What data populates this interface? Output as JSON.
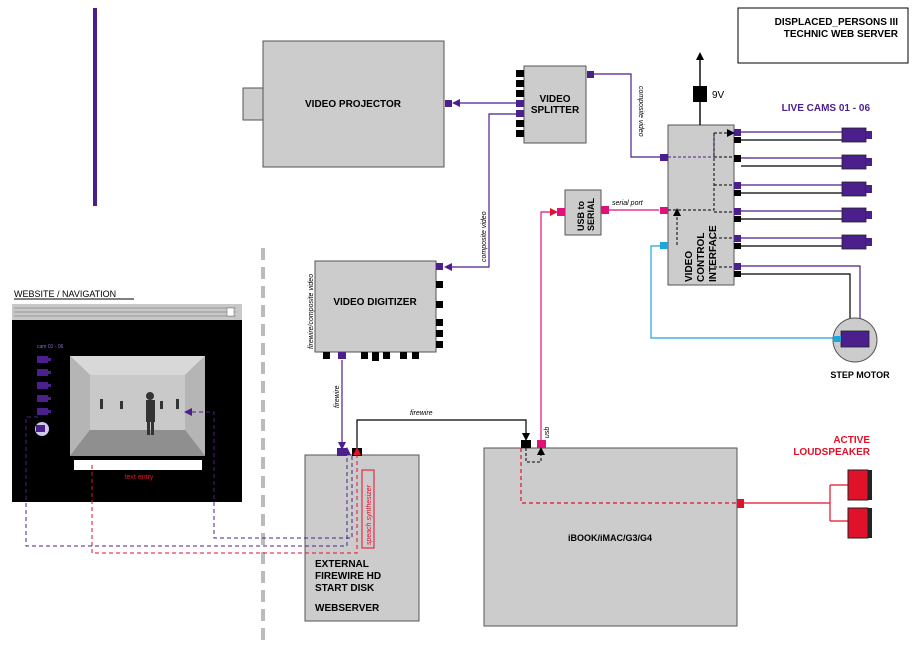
{
  "title_box": {
    "line1": "DISPLACED_PERSONS III",
    "line2": "TECHNIC WEB SERVER"
  },
  "nodes": {
    "projector": "VIDEO PROJECTOR",
    "splitter": [
      "VIDEO",
      "SPLITTER"
    ],
    "digitizer": "VIDEO DIGITIZER",
    "usb_serial": [
      "USB to",
      "SERIAL"
    ],
    "vci": [
      "VIDEO",
      "CONTROL",
      "INTERFACE"
    ],
    "ibook": "iBOOK/iMAC/G3/G4",
    "webserver": [
      "EXTERNAL",
      "FIREWIRE HD",
      "START DISK",
      "WEBSERVER"
    ],
    "step_motor": "STEP MOTOR",
    "live_cams": "LIVE CAMS 01 - 06",
    "loudspeaker": [
      "ACTIVE",
      "LOUDSPEAKER"
    ],
    "power": "9V"
  },
  "website": {
    "heading": "WEBSITE / NAVIGATION",
    "cam_label": "cam 01 - 06",
    "text_entry": "text entry"
  },
  "connection_labels": {
    "composite_video_1": "composite video",
    "composite_video_2": "composite video",
    "firewire_composite": "firewire/composite video",
    "firewire_1": "firewire",
    "firewire_2": "firewire",
    "serial_port": "serial port",
    "usb": "usb",
    "speach_synth": "speach synthesizer"
  },
  "colors": {
    "purple": "#4b1f8c",
    "magenta": "#e0127a",
    "red": "#e0122a",
    "cyan": "#1aa8d8",
    "box_fill": "#cccccc",
    "black": "#000000"
  }
}
